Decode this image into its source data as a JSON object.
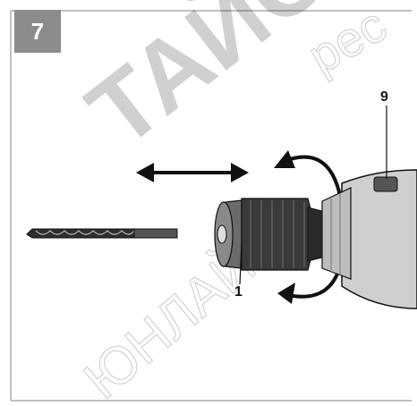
{
  "figure": {
    "number": "7",
    "callouts": [
      "1",
      "9"
    ],
    "watermark_text": "ТАЙС",
    "watermark_text_2": "ЮНЛАЙН",
    "watermark_text_3": "рес",
    "colors": {
      "background": "#ffffff",
      "badge": "#8c8c8c",
      "frame": "#9a9a9a",
      "line_art": "#111111",
      "drill_body": "#cfcfcf",
      "chuck_dark": "#3a3a3a",
      "watermark": "#000000"
    }
  }
}
